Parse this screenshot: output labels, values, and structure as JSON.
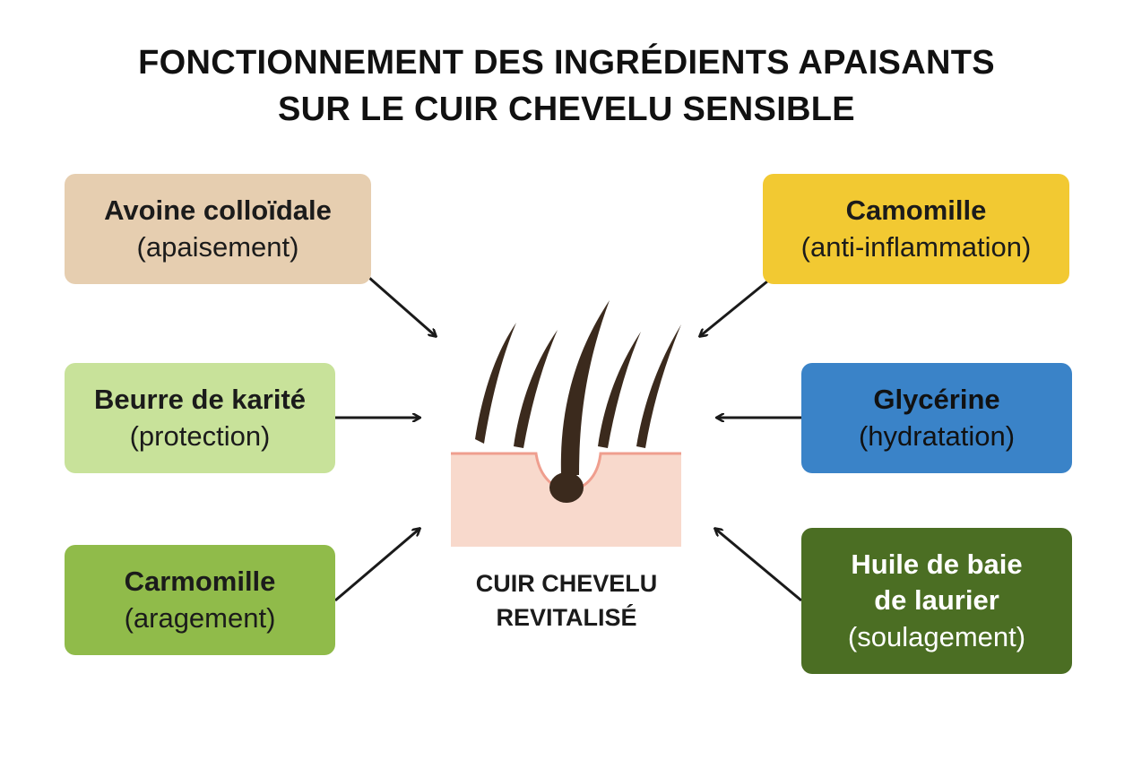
{
  "title": {
    "line1": "FONCTIONNEMENT DES INGRÉDIENTS APAISANTS",
    "line2": "SUR LE CUIR CHEVELU SENSIBLE"
  },
  "center": {
    "line1": "CUIR CHEVELU",
    "line2": "REVITALISÉ"
  },
  "ingredients": [
    {
      "name": "Avoine colloïdale",
      "role": "(apaisement)",
      "color": "#e6ceb0",
      "side": "left"
    },
    {
      "name": "Beurre de karité",
      "role": "(protection)",
      "color": "#c8e29a",
      "side": "left"
    },
    {
      "name": "Carmomille",
      "role": "(aragement)",
      "color": "#90bb4a",
      "side": "left"
    },
    {
      "name": "Camomille",
      "role": "(anti-inflammation)",
      "color": "#f2c932",
      "side": "right"
    },
    {
      "name": "Glycérine",
      "role": "(hydratation)",
      "color": "#3a83c8",
      "side": "right"
    },
    {
      "name": "Huile de baie de laurier",
      "role": "(soulagement)",
      "color": "#4b6e23",
      "side": "right"
    }
  ],
  "colors": {
    "skin_fill": "#f8d9cc",
    "skin_edge": "#ef9e8e",
    "hair": "#3b2a1d",
    "arrow": "#1a1a1a"
  }
}
